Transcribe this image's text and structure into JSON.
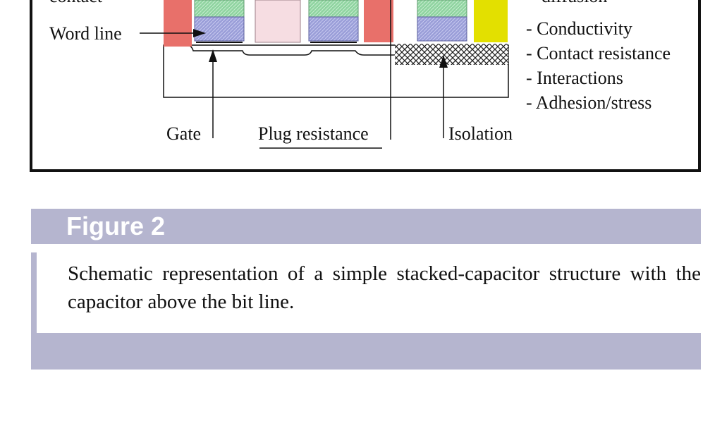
{
  "diagram": {
    "labels": {
      "contact": "contact",
      "word_line": "Word line",
      "gate": "Gate",
      "plug_resistance": "Plug resistance",
      "isolation": "Isolation",
      "diffusion": "diffusion"
    },
    "properties": [
      "- Conductivity",
      "- Contact resistance",
      "- Interactions",
      "- Adhesion/stress"
    ],
    "colors": {
      "polysilicon_red": "#e8706a",
      "green_layer": "#8fd4a0",
      "blue_layer": "#9a9ed8",
      "pink_fill": "#f6dde2",
      "yellow_plug": "#e3e000",
      "outline": "#111111"
    }
  },
  "figure": {
    "title": "Figure 2",
    "caption": "Schematic representation of a simple stacked-capacitor structure with the capacitor above the bit line.",
    "accent_color": "#b5b5cf"
  }
}
